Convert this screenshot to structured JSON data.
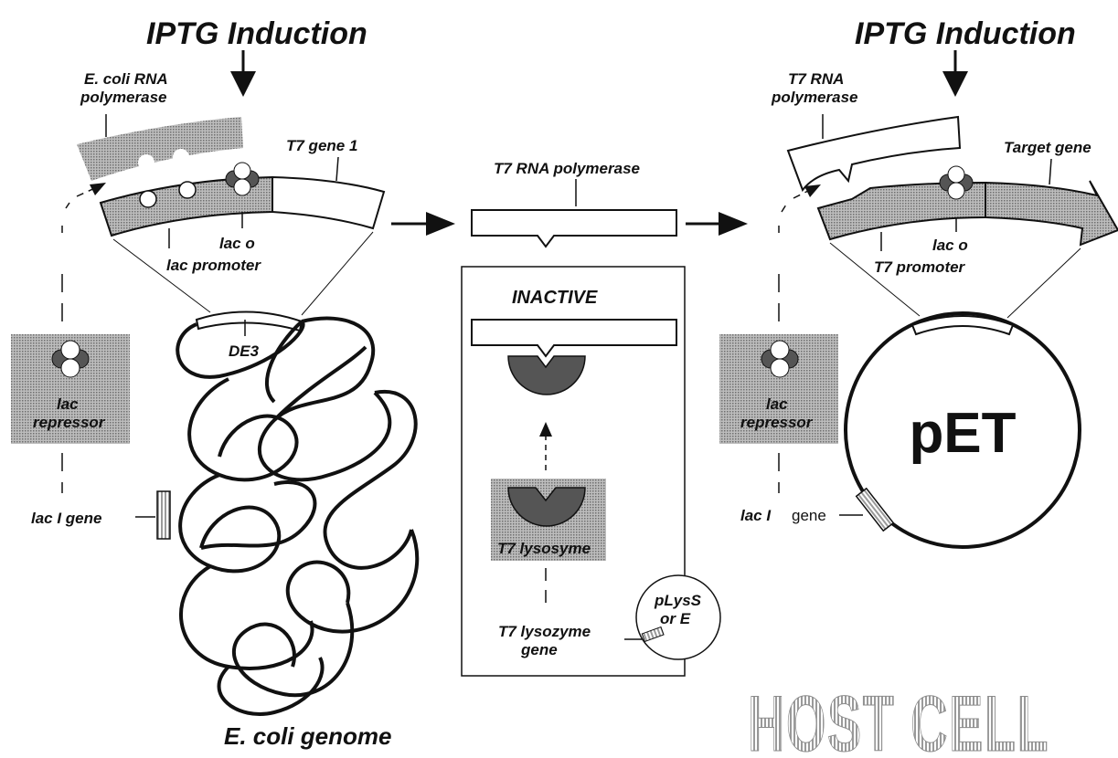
{
  "left": {
    "induction": "IPTG Induction",
    "rna_pol_line1": "E. coli RNA",
    "rna_pol_line2": "polymerase",
    "gene_label": "T7 gene 1",
    "operator_label": "lac  o",
    "promoter_label": "lac promoter",
    "de3_label": "DE3",
    "repressor_line1": "lac",
    "repressor_line2": "repressor",
    "laci_label": "lac I gene",
    "genome_label": "E. coli genome"
  },
  "middle": {
    "t7_pol_label": "T7 RNA polymerase",
    "inactive_label": "INACTIVE",
    "lysozyme_label": "T7 lysosyme",
    "lysozyme_gene_line1": "T7 lysozyme",
    "lysozyme_gene_line2": "gene",
    "plasmid_line1": "pLysS",
    "plasmid_line2": "or E"
  },
  "right": {
    "induction": "IPTG Induction",
    "rna_pol_line1": "T7 RNA",
    "rna_pol_line2": "polymerase",
    "gene_label": "Target gene",
    "operator_label": "lac  o",
    "promoter_label": "T7 promoter",
    "repressor_line1": "lac",
    "repressor_line2": "repressor",
    "laci_label": "lac I",
    "laci_gene": "gene",
    "plasmid_label": "pET"
  },
  "host_cell_label": "HOST CELL",
  "colors": {
    "gray": "#9a9a9a",
    "dark": "#555555",
    "ink": "#111111"
  }
}
